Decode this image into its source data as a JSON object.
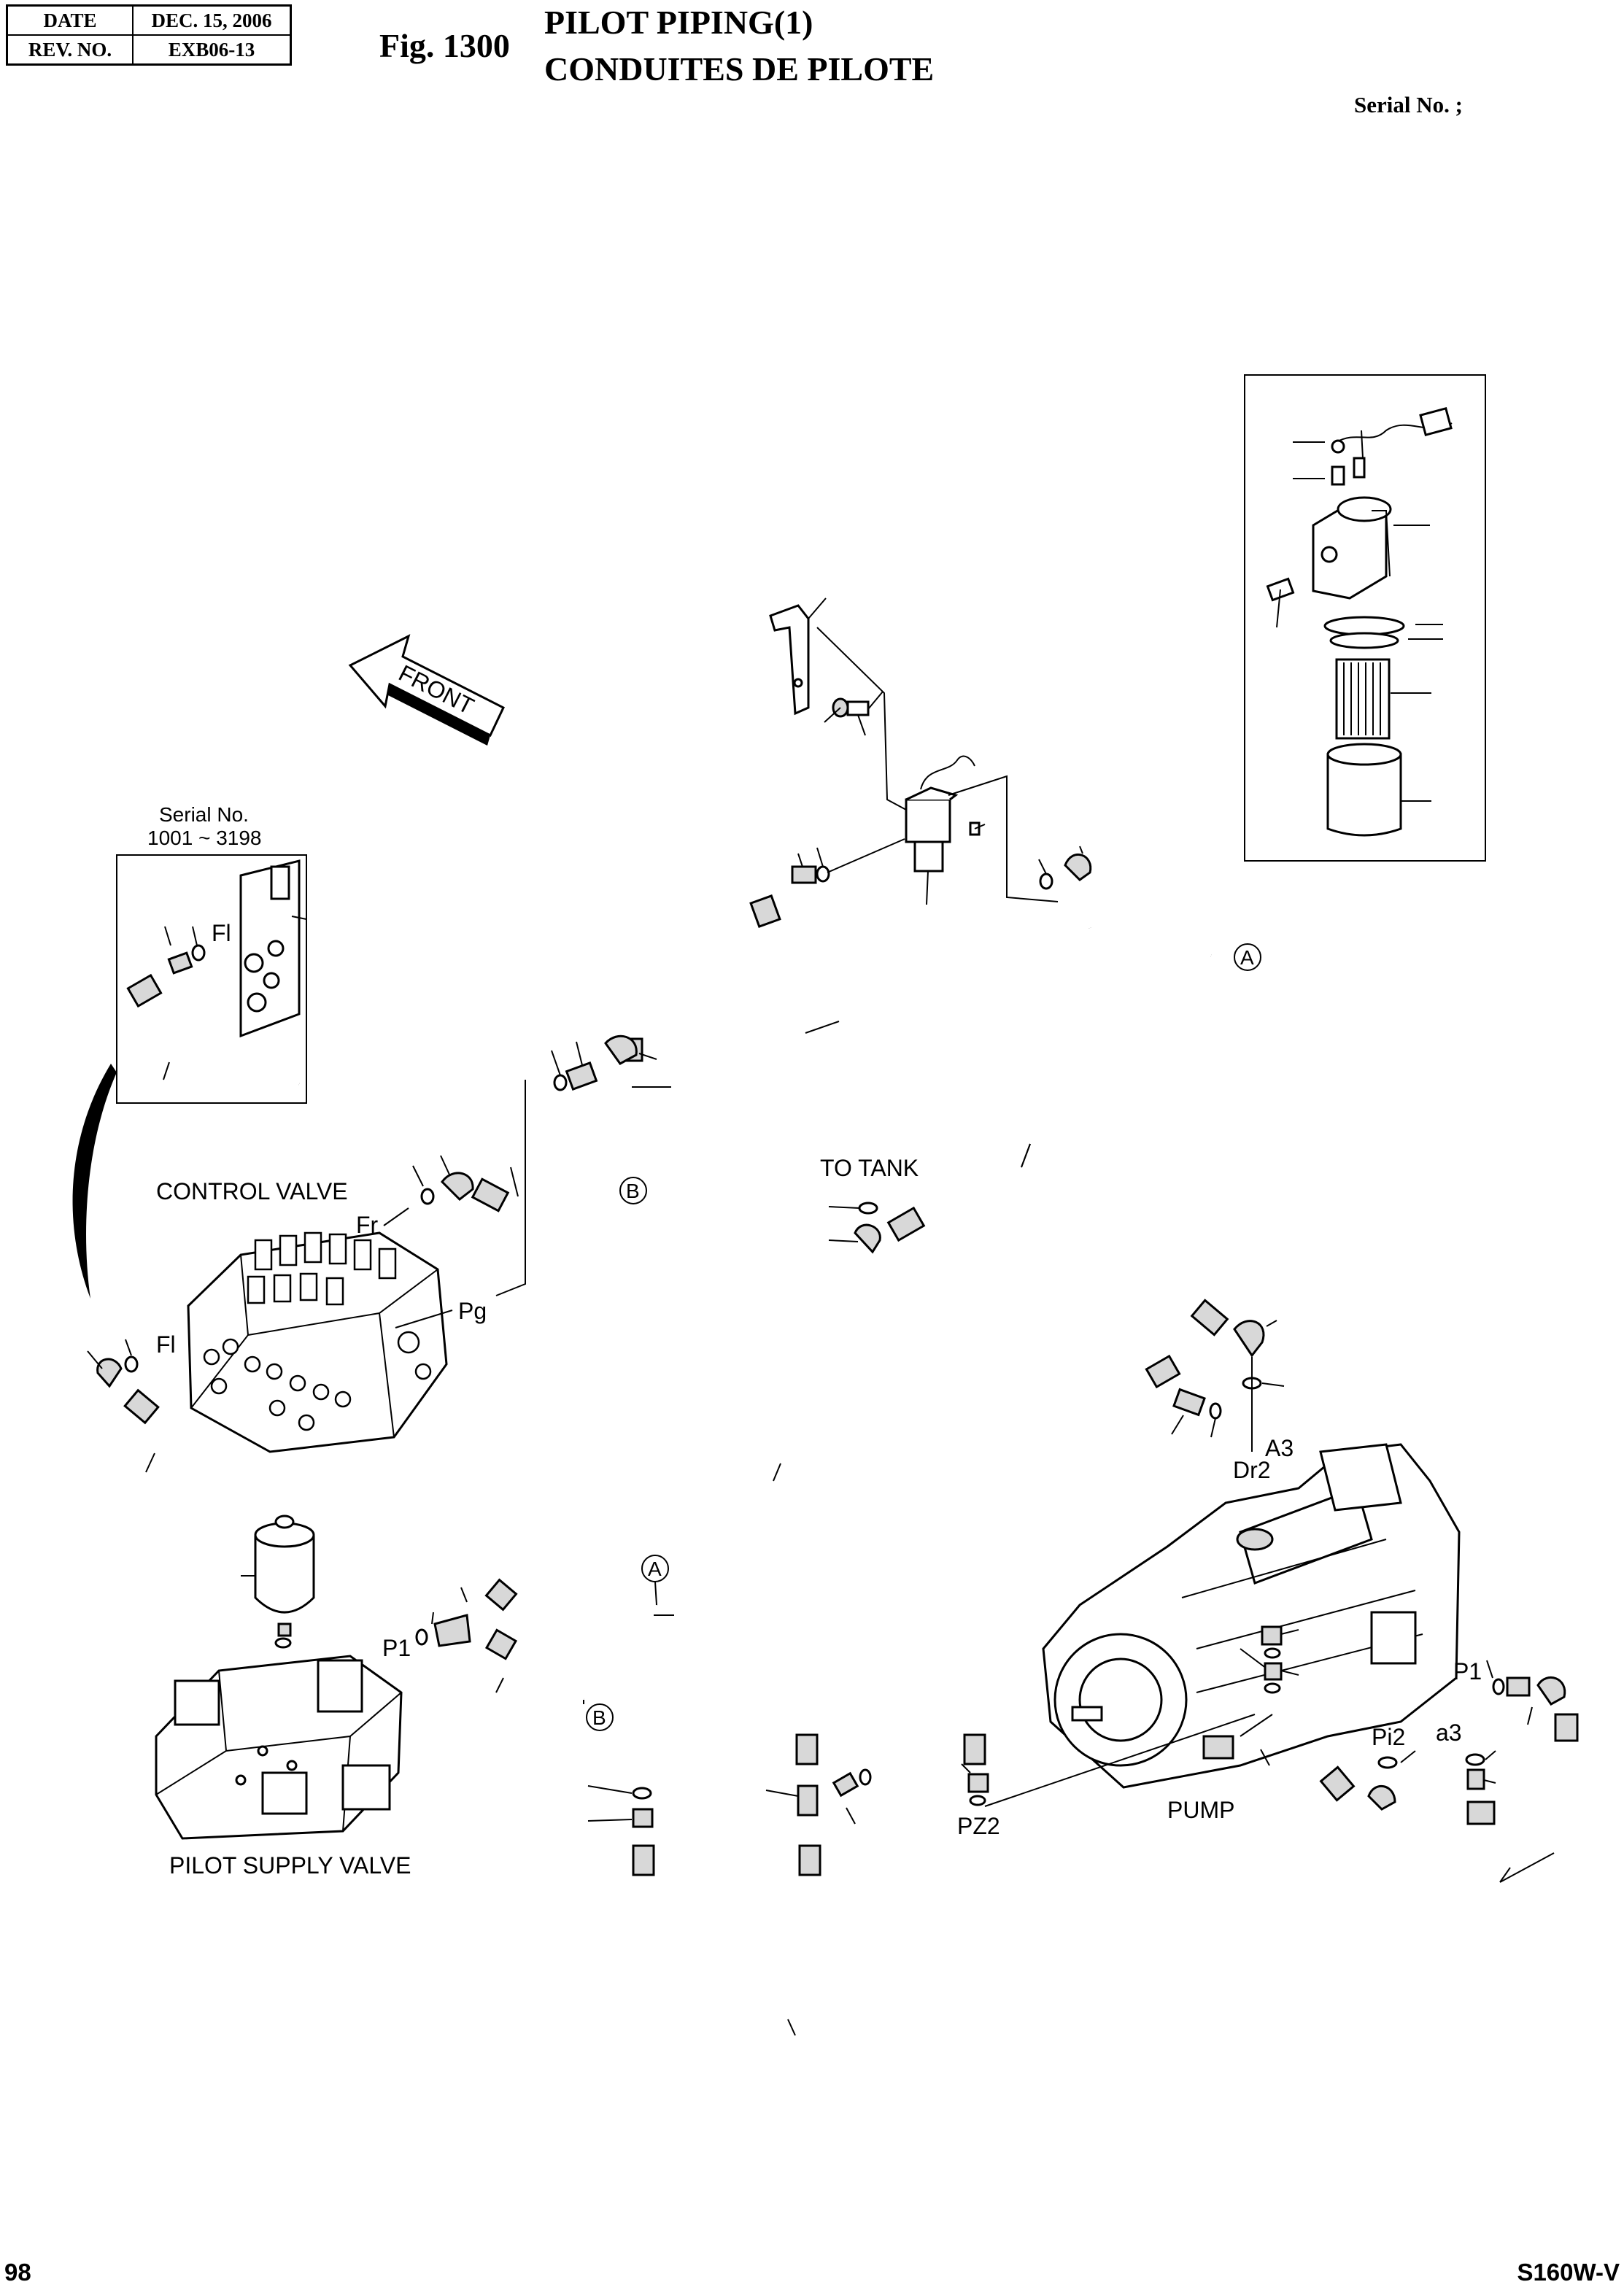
{
  "header": {
    "date_label": "DATE",
    "date_value": "DEC. 15, 2006",
    "rev_label": "REV. NO.",
    "rev_value": "EXB06-13"
  },
  "figure": {
    "number": "Fig. 1300",
    "title_en": "PILOT PIPING(1)",
    "title_fr": "CONDUITES DE PILOTE",
    "serial": "Serial No. ;"
  },
  "diagram": {
    "front_label": "FRONT",
    "inset_serial_line1": "Serial No.",
    "inset_serial_line2": "1001 ~ 3198",
    "control_valve": "CONTROL VALVE",
    "pilot_supply_valve": "PILOT SUPPLY VALVE",
    "pump": "PUMP",
    "to_tank": "TO  TANK",
    "ports": {
      "fl_inset": "Fl",
      "fl": "Fl",
      "fr": "Fr",
      "pg": "Pg",
      "a3": "A3",
      "dr2": "Dr2",
      "p1_supply": "P1",
      "p1_pump": "P1",
      "pi2": "Pi2",
      "a3_lower": "a3",
      "pz2": "PZ2"
    },
    "callouts": {
      "a_upper": "A",
      "a_lower": "A",
      "b_upper": "B",
      "b_lower": "B"
    }
  },
  "footer": {
    "page": "98",
    "model": "S160W-V"
  }
}
